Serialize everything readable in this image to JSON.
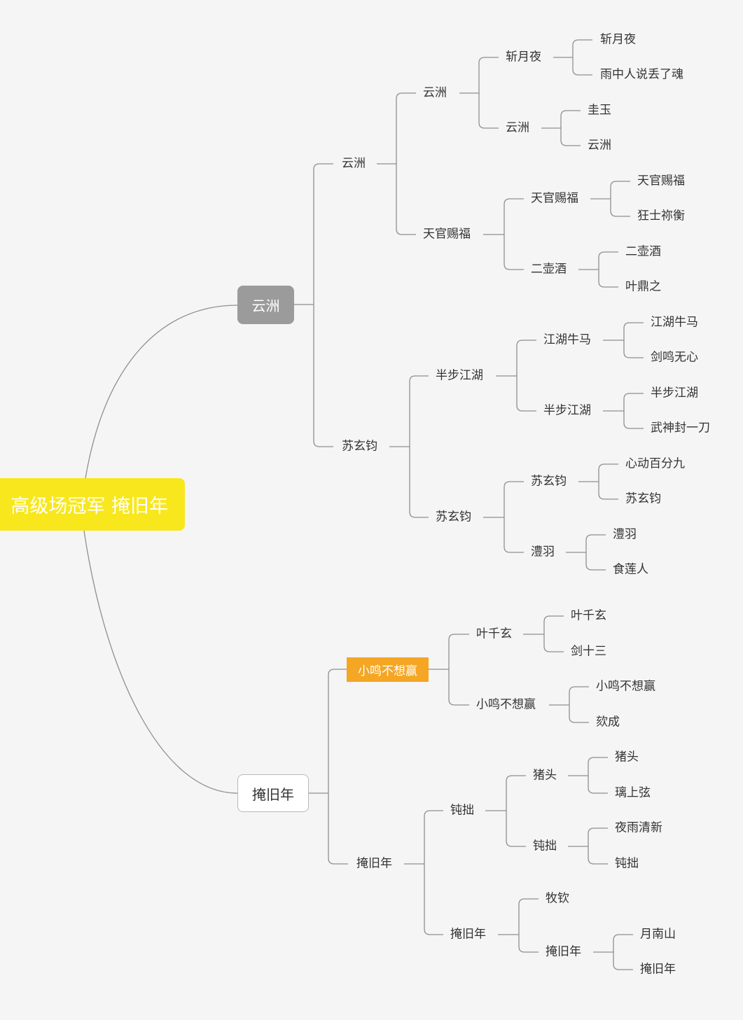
{
  "root": "高级场冠军 掩旧年",
  "top_branches": {
    "yunzhou": "云洲",
    "yanjiunian": "掩旧年"
  },
  "nodes": {
    "n_yz2": "云洲",
    "n_yz3": "云洲",
    "n_zyy1": "斩月夜",
    "n_zyy2": "斩月夜",
    "n_yzr": "雨中人说丢了魂",
    "n_yz4": "云洲",
    "n_gy": "圭玉",
    "n_yz5": "云洲",
    "n_tg1": "天官赐福",
    "n_tg2": "天官赐福",
    "n_tg3": "天官赐福",
    "n_ks": "狂士祢衡",
    "n_ehj1": "二壶酒",
    "n_ehj2": "二壶酒",
    "n_ydz": "叶鼎之",
    "n_sxj1": "苏玄钧",
    "n_bbjh1": "半步江湖",
    "n_jhnm1": "江湖牛马",
    "n_jhnm2": "江湖牛马",
    "n_jmwx": "剑鸣无心",
    "n_bbjh2": "半步江湖",
    "n_bbjh3": "半步江湖",
    "n_wsfd": "武神封一刀",
    "n_sxj2": "苏玄钧",
    "n_sxj3": "苏玄钧",
    "n_xd": "心动百分九",
    "n_sxj4": "苏玄钧",
    "n_ly1": "澧羽",
    "n_ly2": "澧羽",
    "n_slr": "食莲人",
    "n_xm1": "小鸣不想赢",
    "n_yqx1": "叶千玄",
    "n_yqx2": "叶千玄",
    "n_jss": "剑十三",
    "n_xm2": "小鸣不想赢",
    "n_xm3": "小鸣不想赢",
    "n_yc": "欬成",
    "n_yjn2": "掩旧年",
    "n_dz1": "钝拙",
    "n_zt1": "猪头",
    "n_zt2": "猪头",
    "n_lsx": "璃上弦",
    "n_dz2": "钝拙",
    "n_yyqx": "夜雨清新",
    "n_dz3": "钝拙",
    "n_yjn3": "掩旧年",
    "n_mq": "牧钦",
    "n_yjn4": "掩旧年",
    "n_yns": "月南山",
    "n_yjn5": "掩旧年"
  },
  "colors": {
    "root_bg": "#f8e71c",
    "yunzhou_bg": "#9b9b9b",
    "highlight_bg": "#f5a623",
    "line": "#8f8f8f"
  }
}
